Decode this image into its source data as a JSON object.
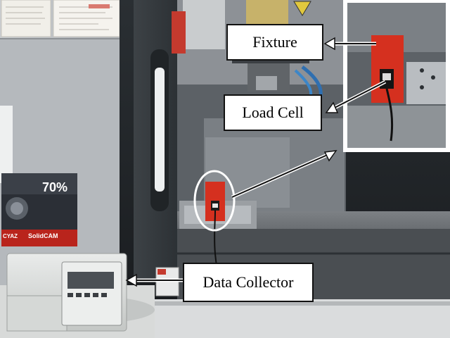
{
  "labels": {
    "fixture": "Fixture",
    "load_cell": "Load Cell",
    "data_collector": "Data Collector"
  },
  "poster": {
    "percent": "70%",
    "brand": "SolidCAM",
    "partner": "CYAZ"
  },
  "colors": {
    "fixture_red": "#d5301f",
    "callout_border": "#111111",
    "inset_border": "#ffffff"
  }
}
